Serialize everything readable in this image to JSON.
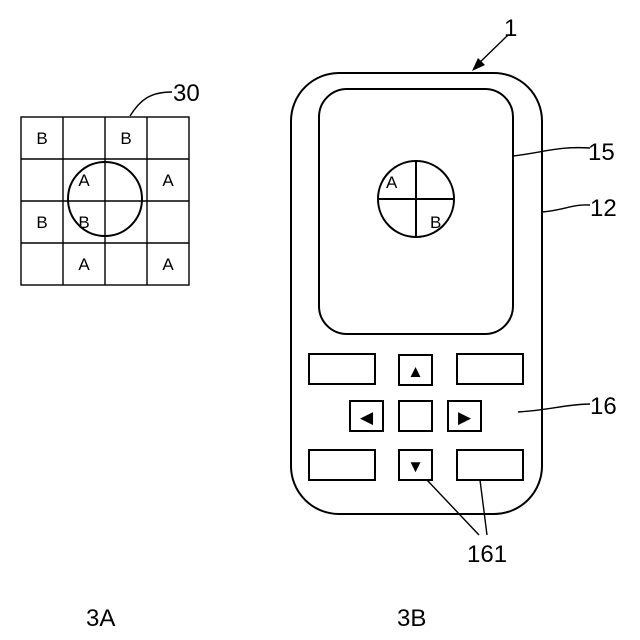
{
  "fig_3a": {
    "caption": "3A",
    "ref_label": "30",
    "grid_cells": [
      [
        "B",
        "",
        "B",
        ""
      ],
      [
        "",
        "A",
        "",
        "A"
      ],
      [
        "B",
        "B",
        "",
        ""
      ],
      [
        "",
        "A",
        "",
        "A"
      ]
    ]
  },
  "fig_3b": {
    "caption": "3B",
    "ref_device": "1",
    "ref_display": "15",
    "ref_housing": "12",
    "ref_keypad": "16",
    "ref_keys": "161",
    "display_marks": {
      "top_left": "A",
      "bottom_right": "B"
    },
    "arrow_up": "▲",
    "arrow_down": "▼",
    "arrow_left": "◀",
    "arrow_right": "▶"
  }
}
